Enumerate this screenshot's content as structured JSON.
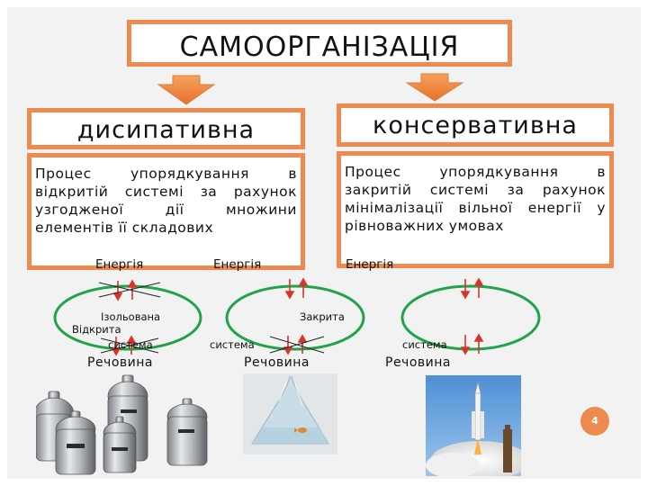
{
  "title": "САМООРГАНІЗАЦІЯ",
  "categories": {
    "left": "дисипативна",
    "right": "консервативна"
  },
  "descriptions": {
    "left": "Процес упорядкування в відкритій системі за рахунок узгодженої дії множини елементів її складових",
    "right": "Процес упорядкування в закритій системі за рахунок мінімалізації вільної енергії у рівноважних умовах"
  },
  "systems": {
    "energy_label": "Енергія",
    "matter_label": "Речовина",
    "isolated_1": "Ізольована",
    "isolated_2": "система",
    "closed_1": "Закрита",
    "closed_2": "система",
    "open_1": "Відкрита",
    "open_2": "система"
  },
  "page_number": "4",
  "colors": {
    "accent_orange": "#ee8a4f",
    "ellipse_green": "#22a24a",
    "arrow_red": "#d6352b"
  }
}
